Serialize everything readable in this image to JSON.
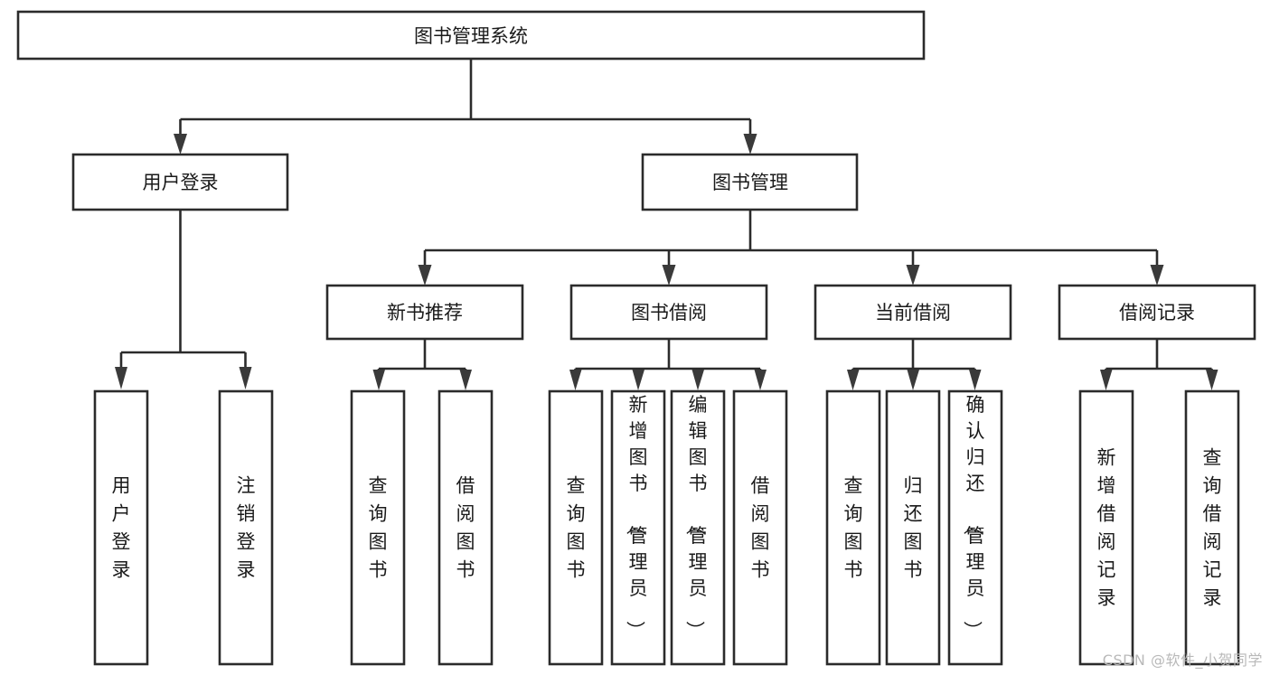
{
  "diagram": {
    "type": "tree",
    "title": "图书管理系统",
    "watermark": "CSDN @软件_小贺同学",
    "orientation": "top-down",
    "colors": {
      "node_fill": "#ffffff",
      "node_stroke": "#2b2b2b",
      "edge": "#2b2b2b",
      "text": "#1a1a1a",
      "watermark": "#b9b9b9"
    },
    "nodes": {
      "root": {
        "label": "图书管理系统",
        "level": 0,
        "text_orientation": "horizontal"
      },
      "l1": [
        {
          "id": "user-login",
          "label": "用户登录",
          "level": 1,
          "text_orientation": "horizontal"
        },
        {
          "id": "book-manage",
          "label": "图书管理",
          "level": 1,
          "text_orientation": "horizontal"
        }
      ],
      "l2": [
        {
          "id": "new-book-recommend",
          "label": "新书推荐",
          "level": 2,
          "text_orientation": "horizontal",
          "parent": "book-manage"
        },
        {
          "id": "book-borrow",
          "label": "图书借阅",
          "level": 2,
          "text_orientation": "horizontal",
          "parent": "book-manage"
        },
        {
          "id": "current-borrow",
          "label": "当前借阅",
          "level": 2,
          "text_orientation": "horizontal",
          "parent": "book-manage"
        },
        {
          "id": "borrow-record",
          "label": "借阅记录",
          "level": 2,
          "text_orientation": "horizontal",
          "parent": "book-manage"
        }
      ],
      "leaves": [
        {
          "id": "leaf-user-login",
          "label": "用户登录",
          "parent": "user-login",
          "text_orientation": "vertical"
        },
        {
          "id": "leaf-logout-login",
          "label": "注销登录",
          "parent": "user-login",
          "text_orientation": "vertical"
        },
        {
          "id": "leaf-query-book-1",
          "label": "查询图书",
          "parent": "new-book-recommend",
          "text_orientation": "vertical"
        },
        {
          "id": "leaf-borrow-book-1",
          "label": "借阅图书",
          "parent": "new-book-recommend",
          "text_orientation": "vertical"
        },
        {
          "id": "leaf-query-book-2",
          "label": "查询图书",
          "parent": "book-borrow",
          "text_orientation": "vertical"
        },
        {
          "id": "leaf-add-book-admin",
          "label": "新增图书（管理员）",
          "parent": "book-borrow",
          "text_orientation": "vertical"
        },
        {
          "id": "leaf-edit-book-admin",
          "label": "编辑图书（管理员）",
          "parent": "book-borrow",
          "text_orientation": "vertical"
        },
        {
          "id": "leaf-borrow-book-2",
          "label": "借阅图书",
          "parent": "book-borrow",
          "text_orientation": "vertical"
        },
        {
          "id": "leaf-query-book-3",
          "label": "查询图书",
          "parent": "current-borrow",
          "text_orientation": "vertical"
        },
        {
          "id": "leaf-return-book",
          "label": "归还图书",
          "parent": "current-borrow",
          "text_orientation": "vertical"
        },
        {
          "id": "leaf-confirm-return-admin",
          "label": "确认归还（管理员）",
          "parent": "current-borrow",
          "text_orientation": "vertical"
        },
        {
          "id": "leaf-add-borrow-record",
          "label": "新增借阅记录",
          "parent": "borrow-record",
          "text_orientation": "vertical"
        },
        {
          "id": "leaf-query-borrow-record",
          "label": "查询借阅记录",
          "parent": "borrow-record",
          "text_orientation": "vertical"
        }
      ]
    }
  }
}
